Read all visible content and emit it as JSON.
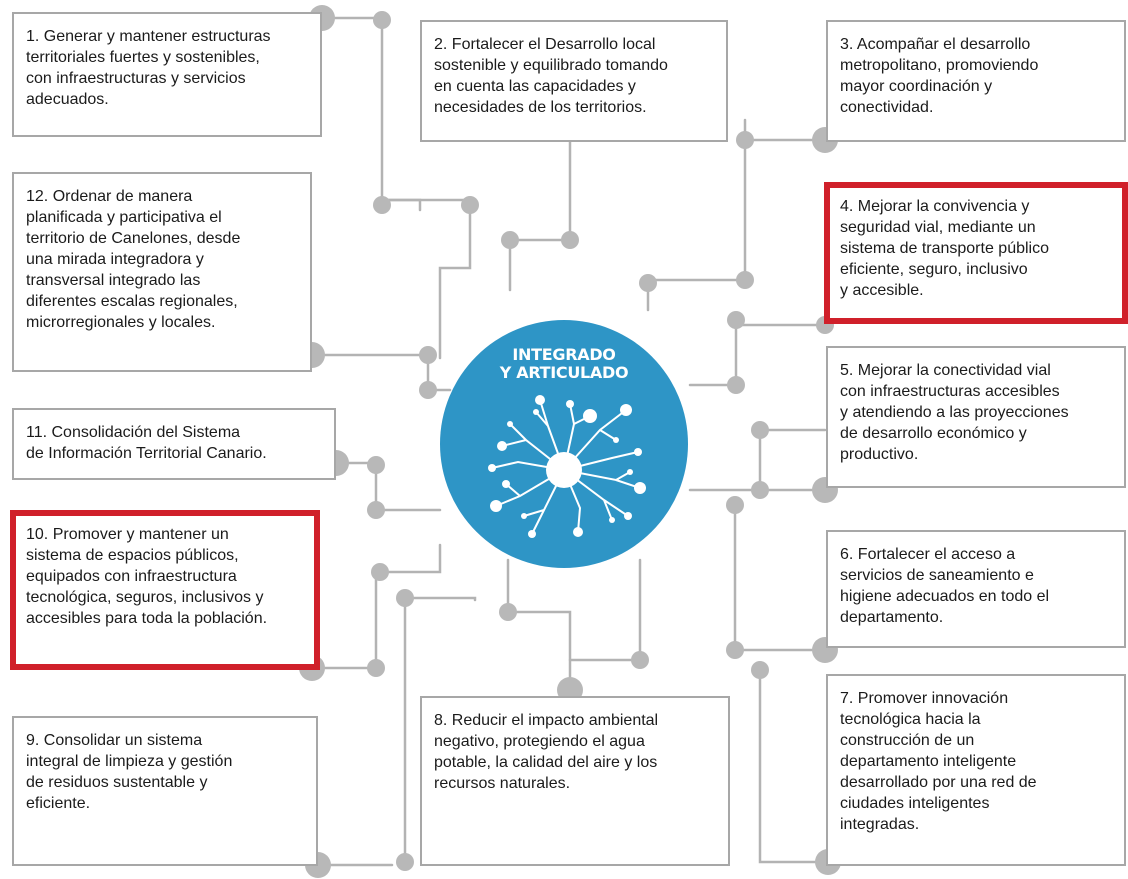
{
  "center": {
    "title": "INTEGRADO\nY ARTICULADO",
    "color": "#2e95c6"
  },
  "colors": {
    "line": "#b3b3b3",
    "node": "#b8b8b8",
    "highlight": "#d0202a",
    "box_border": "#a7a7a7"
  },
  "boxes": [
    {
      "id": 1,
      "text": "1. Generar y mantener estructuras\nterritoriales fuertes y sostenibles,\ncon infraestructuras y servicios\nadecuados.",
      "highlighted": false
    },
    {
      "id": 2,
      "text": "2. Fortalecer el Desarrollo local\nsostenible y equilibrado tomando\nen cuenta las capacidades y\nnecesidades de los territorios.",
      "highlighted": false
    },
    {
      "id": 3,
      "text": "3. Acompañar el desarrollo\nmetropolitano, promoviendo\nmayor coordinación y\nconectividad.",
      "highlighted": false
    },
    {
      "id": 4,
      "text": "4. Mejorar la convivencia y\nseguridad vial, mediante un\nsistema de transporte público\neficiente, seguro, inclusivo\ny accesible.",
      "highlighted": true
    },
    {
      "id": 5,
      "text": "5. Mejorar la conectividad vial\ncon infraestructuras accesibles\ny atendiendo a las proyecciones\nde desarrollo económico y\nproductivo.",
      "highlighted": false
    },
    {
      "id": 6,
      "text": "6. Fortalecer el acceso a\nservicios de saneamiento e\nhigiene adecuados en todo el\ndepartamento.",
      "highlighted": false
    },
    {
      "id": 7,
      "text": "7. Promover innovación\ntecnológica hacia la\nconstrucción de un\ndepartamento inteligente\ndesarrollado por una red de\nciudades inteligentes\nintegradas.",
      "highlighted": false
    },
    {
      "id": 8,
      "text": "8. Reducir el impacto ambiental\nnegativo, protegiendo el agua\npotable, la calidad del aire y los\nrecursos naturales.",
      "highlighted": false
    },
    {
      "id": 9,
      "text": "9. Consolidar un sistema\nintegral de limpieza y gestión\nde residuos sustentable y\neficiente.",
      "highlighted": false
    },
    {
      "id": 10,
      "text": "10. Promover y mantener un\nsistema de espacios públicos,\nequipados con infraestructura\ntecnológica, seguros, inclusivos y\naccesibles para toda la población.",
      "highlighted": true
    },
    {
      "id": 11,
      "text": "11. Consolidación del Sistema\nde Información Territorial Canario.",
      "highlighted": false
    },
    {
      "id": 12,
      "text": "12. Ordenar de manera\nplanificada y participativa el\nterritorio de Canelones, desde\nuna mirada integradora y\ntransversal integrado las\ndiferentes escalas regionales,\nmicrorregionales y locales.",
      "highlighted": false
    }
  ]
}
